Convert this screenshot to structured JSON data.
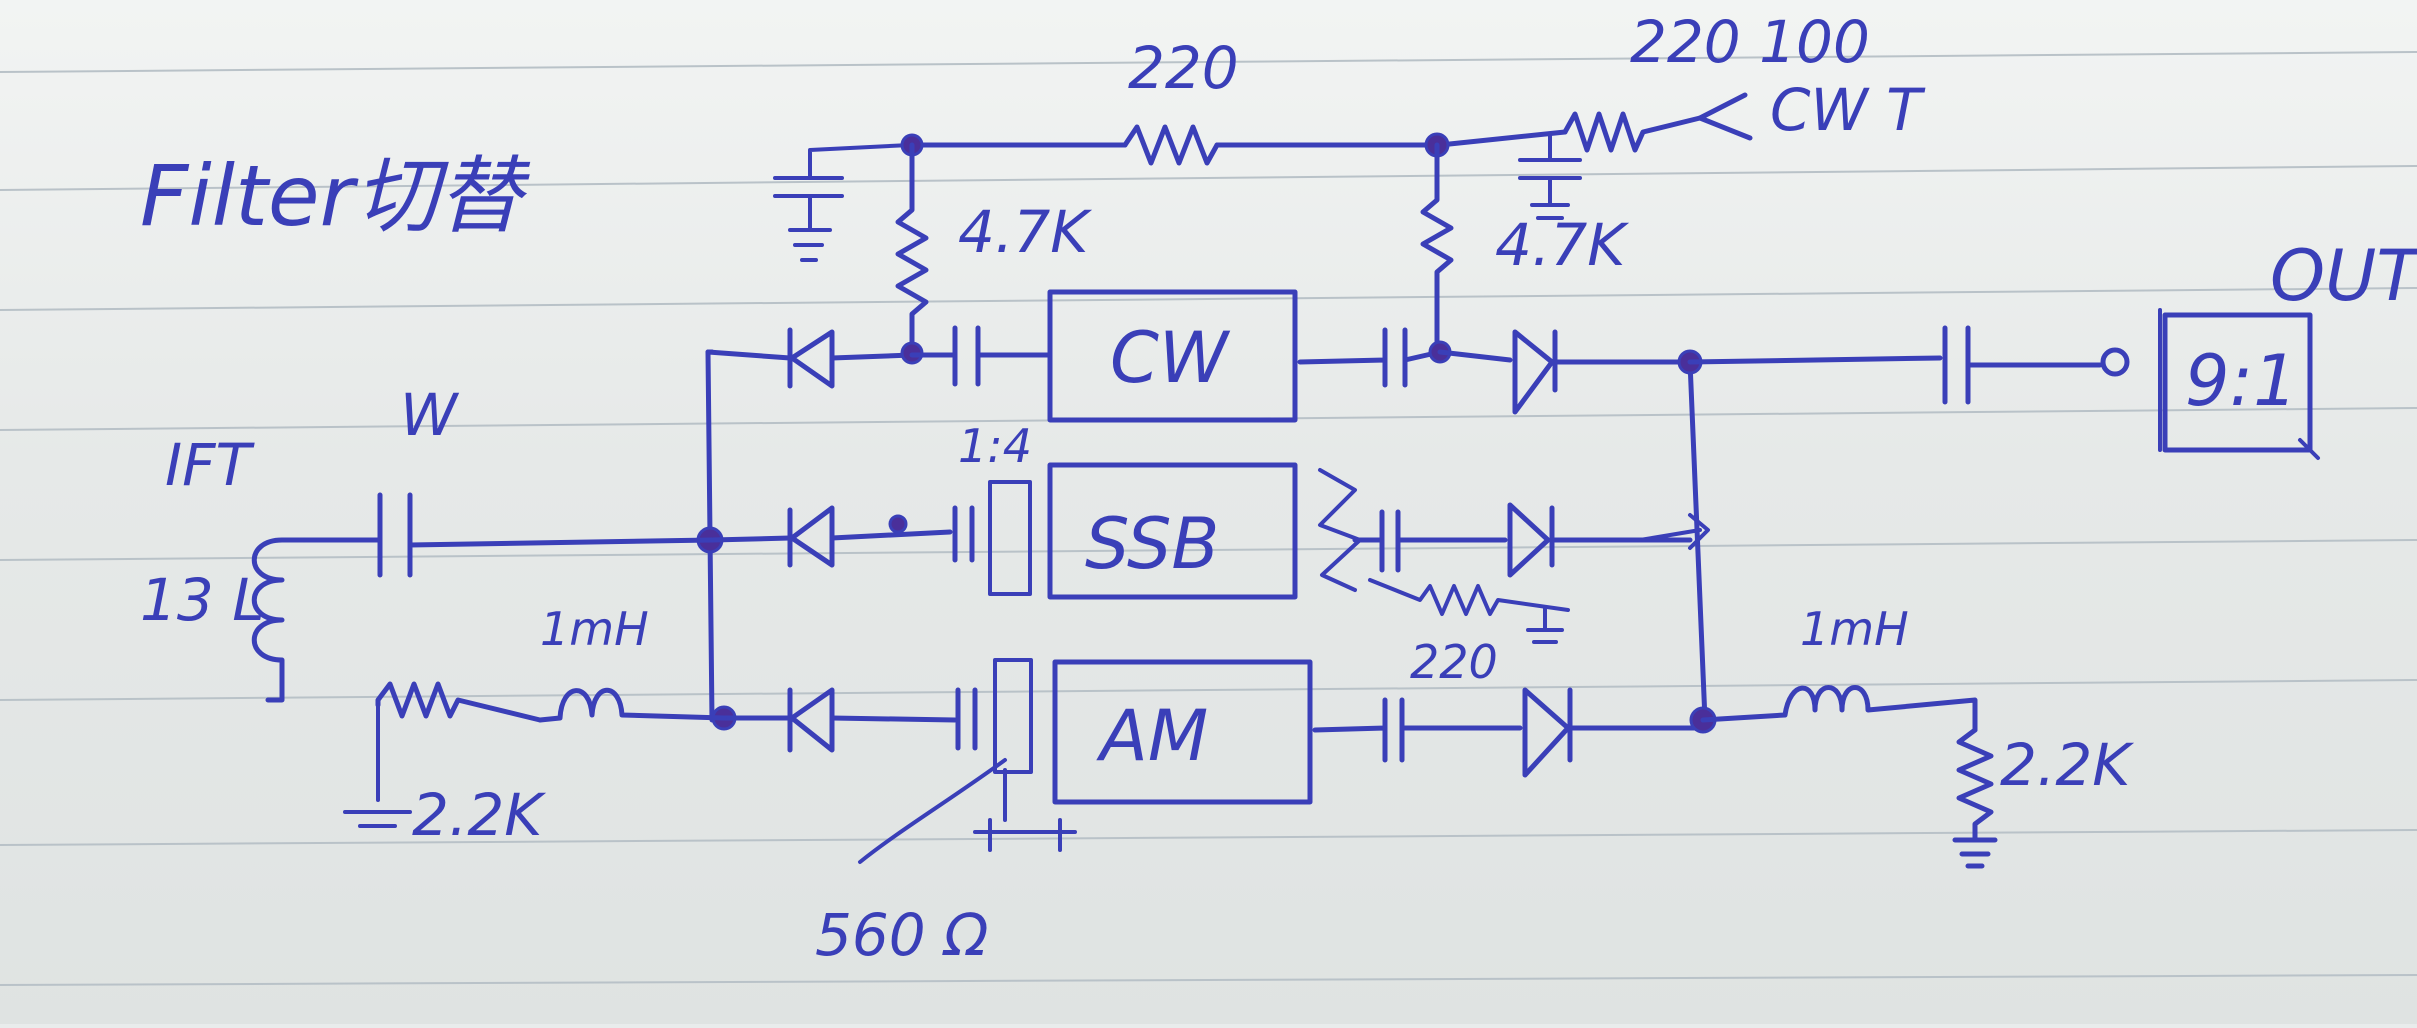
{
  "diagram": {
    "title": "Filter切替",
    "blocks": {
      "cw": "CW",
      "ssb": "SSB",
      "am": "AM",
      "out_transformer": "9:1"
    },
    "labels": {
      "r_top_series": "220",
      "r_top_right": "220 100",
      "cw_out": "CW T",
      "r_left_pullup": "4.7K",
      "r_right_pullup": "4.7K",
      "out": "OUT",
      "transformer_ratio": "1:4",
      "if_label": "IFT",
      "cap_label": "W",
      "coil_label": "13 L",
      "inductor_left": "1mH",
      "resistor_left": "2.2K",
      "inductor_right": "1mH",
      "resistor_right": "2.2K",
      "resistor_ssb_out": "220",
      "resistor_am_in": "560 Ω"
    }
  }
}
